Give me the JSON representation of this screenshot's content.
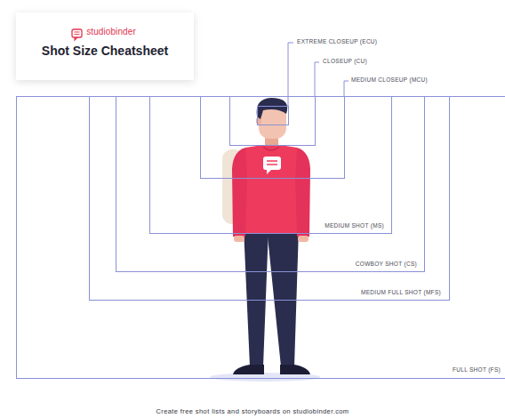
{
  "diagram": {
    "caption": "Create free shot lists and storyboards on studiobinder.com",
    "nodes": [
      {
        "text": [
          "studiobinder",
          "Shot Size Cheatsheet"
        ]
      },
      {
        "text": [
          "FULL SHOT (FS)"
        ]
      },
      {
        "text": [
          "MEDIUM FULL SHOT (MFS)"
        ],
        "in": 1
      },
      {
        "text": [
          "COWBOY SHOT (CS)"
        ],
        "in": 2
      },
      {
        "text": [
          "MEDIUM SHOT (MS)"
        ],
        "in": 3
      },
      {
        "text": [
          "MEDIUM CLOSEUP (MCU)"
        ],
        "in": 4
      },
      {
        "text": [
          "CLOSEUP (CU)"
        ],
        "in": 5
      },
      {
        "text": [
          "EXTREME CLOSEUP (ECU)"
        ],
        "in": 6
      }
    ]
  }
}
